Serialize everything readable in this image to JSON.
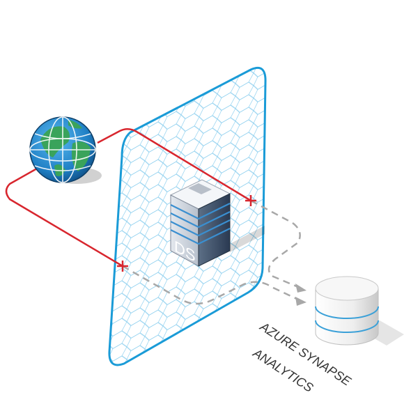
{
  "server": {
    "label": "DS"
  },
  "database": {
    "label_line1": "AZURE SYNAPSE",
    "label_line2": "ANALYTICS"
  },
  "icons": [
    "globe-icon",
    "server-icon",
    "database-icon",
    "firewall-mesh"
  ],
  "colors": {
    "mesh": "#1a9bd7",
    "blocked_path": "#d8262e",
    "allowed_path": "#a6a6a6",
    "globe_ocean": "#1f7fc4",
    "globe_land": "#3aa35b",
    "server_stripe": "#3a8fd0"
  }
}
